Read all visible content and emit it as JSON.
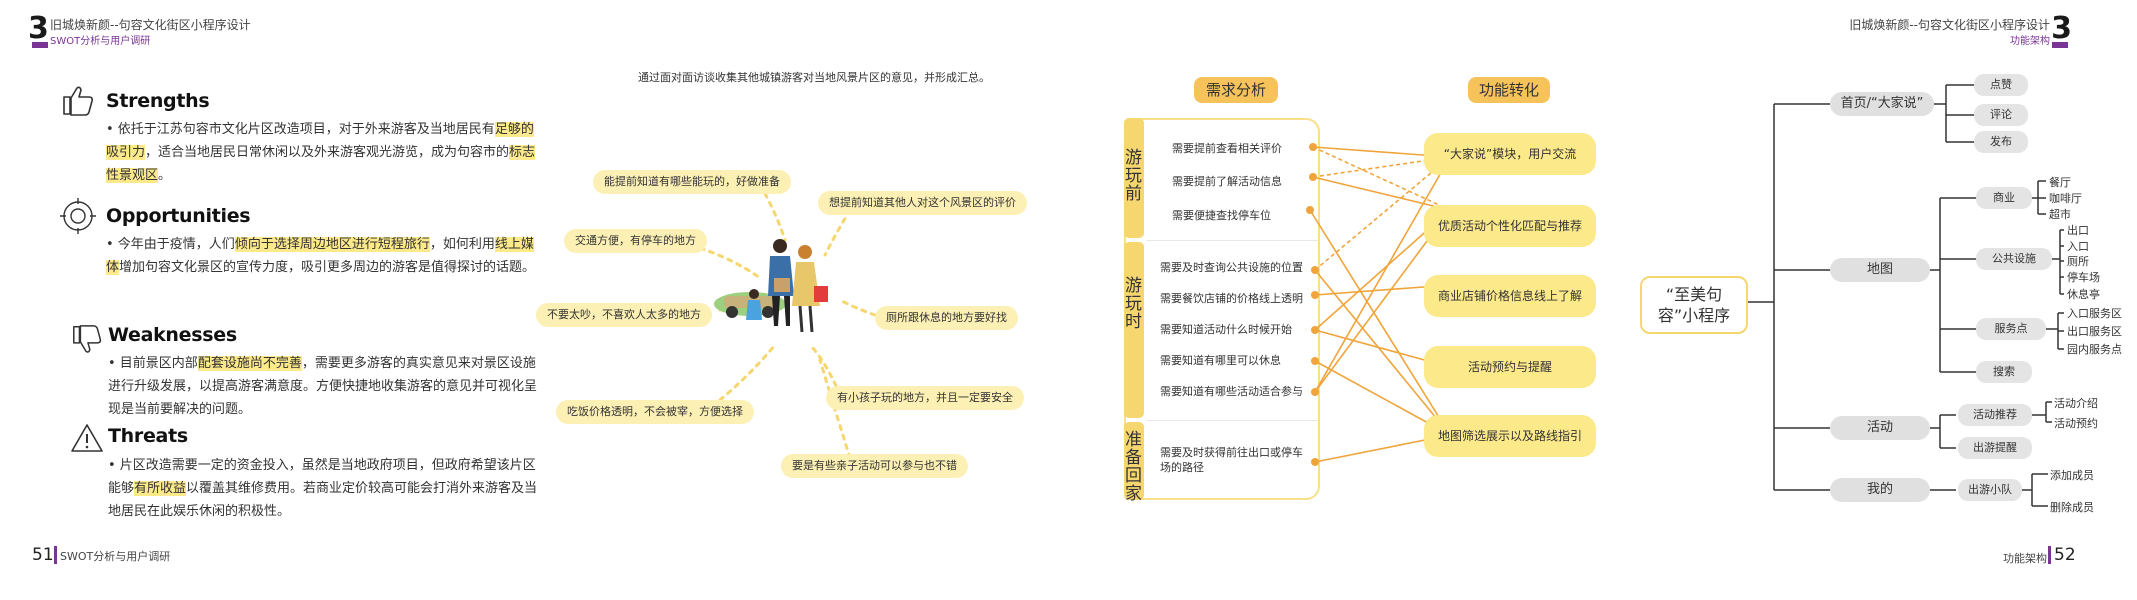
{
  "left_header": {
    "chapter": "3",
    "title": "旧城焕新颜--句容文化街区小程序设计",
    "subtitle": "SWOT分析与用户调研"
  },
  "right_header": {
    "chapter": "3",
    "title": "旧城焕新颜--句容文化街区小程序设计",
    "subtitle": "功能架构"
  },
  "swot": {
    "strengths": {
      "title": "Strengths",
      "p1": "• 依托于江苏句容市文化片区改造项目，对于外来游客及当地居民有",
      "hl1": "足够的吸引力",
      "p2": "，适合当地居民日常休闲以及外来游客观光游览，成为句容市的",
      "hl2": "标志性景观区",
      "p3": "。"
    },
    "opportunities": {
      "title": "Opportunities",
      "p1": "• 今年由于疫情，人们",
      "hl1": "倾向于选择周边地区进行短程旅行",
      "p2": "，如何利用",
      "hl2": "线上媒体",
      "p3": "增加句容文化景区的宣传力度，吸引更多周边的游客是值得探讨的话题。"
    },
    "weaknesses": {
      "title": "Weaknesses",
      "p1": "• 目前景区内部",
      "hl1": "配套设施尚不完善",
      "p2": "，需要更多游客的真实意见来对景区设施进行升级发展，以提高游客满意度。方便快捷地收集游客的意见并可视化呈现是当前要解决的问题。"
    },
    "threats": {
      "title": "Threats",
      "p1": "•  片区改造需要一定的资金投入，虽然是当地政府项目，但政府希望该片区能够",
      "hl1": "有所收益",
      "p2": "以覆盖其维修费用。若商业定价较高可能会打消外来游客及当地居民在此娱乐休闲的积极性。"
    }
  },
  "survey": {
    "intro": "通过面对面访谈收集其他城镇游客对当地风景片区的意见，并形成汇总。",
    "bubbles": [
      "能提前知道有哪些能玩的，好做准备",
      "想提前知道其他人对这个风景区的评价",
      "交通方便，有停车的地方",
      "不要太吵，不喜欢人太多的地方",
      "厕所跟休息的地方要好找",
      "有小孩子玩的地方，并且一定要安全",
      "吃饭价格透明，不会被宰，方便选择",
      "要是有些亲子活动可以参与也不错"
    ]
  },
  "needs": {
    "head_left": "需求分析",
    "head_right": "功能转化",
    "stages": [
      {
        "label": "游玩前",
        "items": [
          "需要提前查看相关评价",
          "需要提前了解活动信息",
          "需要便捷查找停车位"
        ]
      },
      {
        "label": "游玩时",
        "items": [
          "需要及时查询公共设施的位置",
          "需要餐饮店铺的价格线上透明",
          "需要知道活动什么时候开始",
          "需要知道有哪里可以休息",
          "需要知道有哪些活动适合参与"
        ]
      },
      {
        "label": "准备回家",
        "items": [
          "需要及时获得前往出口或停车场的路径"
        ]
      }
    ],
    "functions": [
      "“大家说”模块，用户交流",
      "优质活动个性化匹配与推荐",
      "商业店铺价格信息线上了解",
      "活动预约与提醒",
      "地图筛选展示以及路线指引"
    ]
  },
  "tree": {
    "root": "“至美句容”小程序",
    "nodes": [
      {
        "label": "首页/“大家说”",
        "children": [
          {
            "label": "点赞"
          },
          {
            "label": "评论"
          },
          {
            "label": "发布"
          }
        ]
      },
      {
        "label": "地图",
        "children": [
          {
            "label": "商业",
            "leaves": [
              "餐厅",
              "咖啡厅",
              "超市"
            ]
          },
          {
            "label": "公共设施",
            "leaves": [
              "出口",
              "入口",
              "厕所",
              "停车场",
              "休息亭"
            ]
          },
          {
            "label": "服务点",
            "leaves": [
              "入口服务区",
              "出口服务区",
              "园内服务点"
            ]
          },
          {
            "label": "搜索"
          }
        ]
      },
      {
        "label": "活动",
        "children": [
          {
            "label": "活动推荐",
            "leaves": [
              "活动介绍",
              "活动预约"
            ]
          },
          {
            "label": "出游提醒"
          }
        ]
      },
      {
        "label": "我的",
        "children": [
          {
            "label": "出游小队",
            "leaves": [
              "添加成员",
              "删除成员"
            ]
          }
        ]
      }
    ]
  },
  "footer": {
    "left_page": "51",
    "left_text": "SWOT分析与用户调研",
    "right_page": "52",
    "right_text": "功能架构"
  },
  "colors": {
    "accent_purple": "#7a3594",
    "highlight_yellow": "#fbe98a",
    "orange_line": "#f0a43a"
  }
}
